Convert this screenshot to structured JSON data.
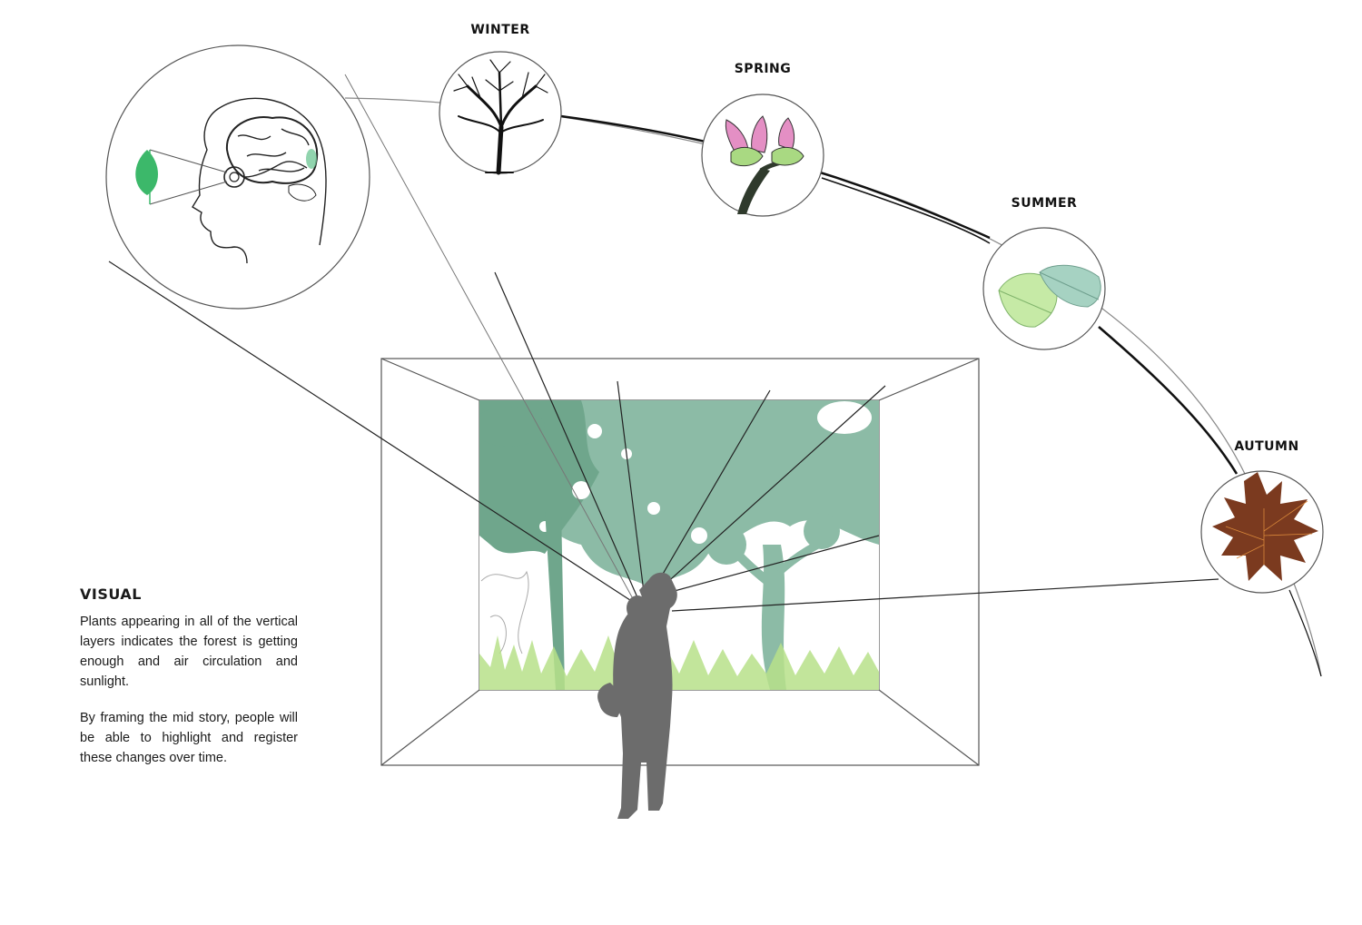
{
  "seasons": {
    "winter": "WINTER",
    "spring": "SPRING",
    "summer": "SUMMER",
    "autumn": "AUTUMN"
  },
  "visual": {
    "heading": "VISUAL",
    "paragraph_1": "Plants appearing in all of the vertical layers indicates the forest is getting enough and air circulation and sunlight.",
    "paragraph_2": "By framing the mid story, people will be able to highlight and register these changes over time."
  },
  "colors": {
    "forest_green": "#8cbba6",
    "forest_dark": "#6fa68c",
    "grass_green": "#b7e08a",
    "leaf_green": "#3cb86a",
    "spring_pink": "#e48fc4",
    "spring_bud": "#a9d982",
    "summer_light": "#c6eaa6",
    "summer_teal": "#a6d2c2",
    "autumn_brown": "#7b3a1f",
    "figure_gray": "#6c6c6c"
  },
  "icons": {
    "brain": "brain-icon",
    "winter": "bare-tree-icon",
    "spring": "flower-bud-icon",
    "summer": "leaves-icon",
    "autumn": "maple-leaf-icon",
    "person": "photographer-silhouette-icon"
  }
}
